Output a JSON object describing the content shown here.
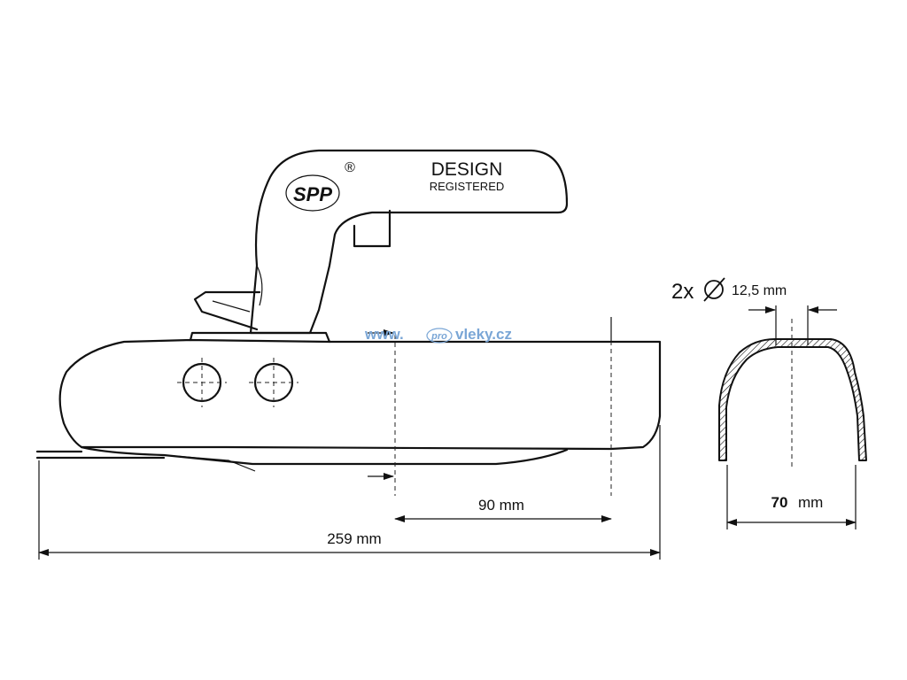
{
  "labels": {
    "design": "DESIGN",
    "registered": "REGISTERED",
    "registered_mark": "®",
    "logo_text": "SPP",
    "holes": "2x",
    "hole_diameter": "12,5 mm",
    "dim_90": "90 mm",
    "dim_259": "259 mm",
    "dim_70_value": "70",
    "dim_70_unit": "mm"
  },
  "watermark": {
    "left": "www.",
    "mid": "pro",
    "right": "vleky.cz"
  },
  "colors": {
    "line": "#111111",
    "watermark": "#7aa6d6"
  }
}
